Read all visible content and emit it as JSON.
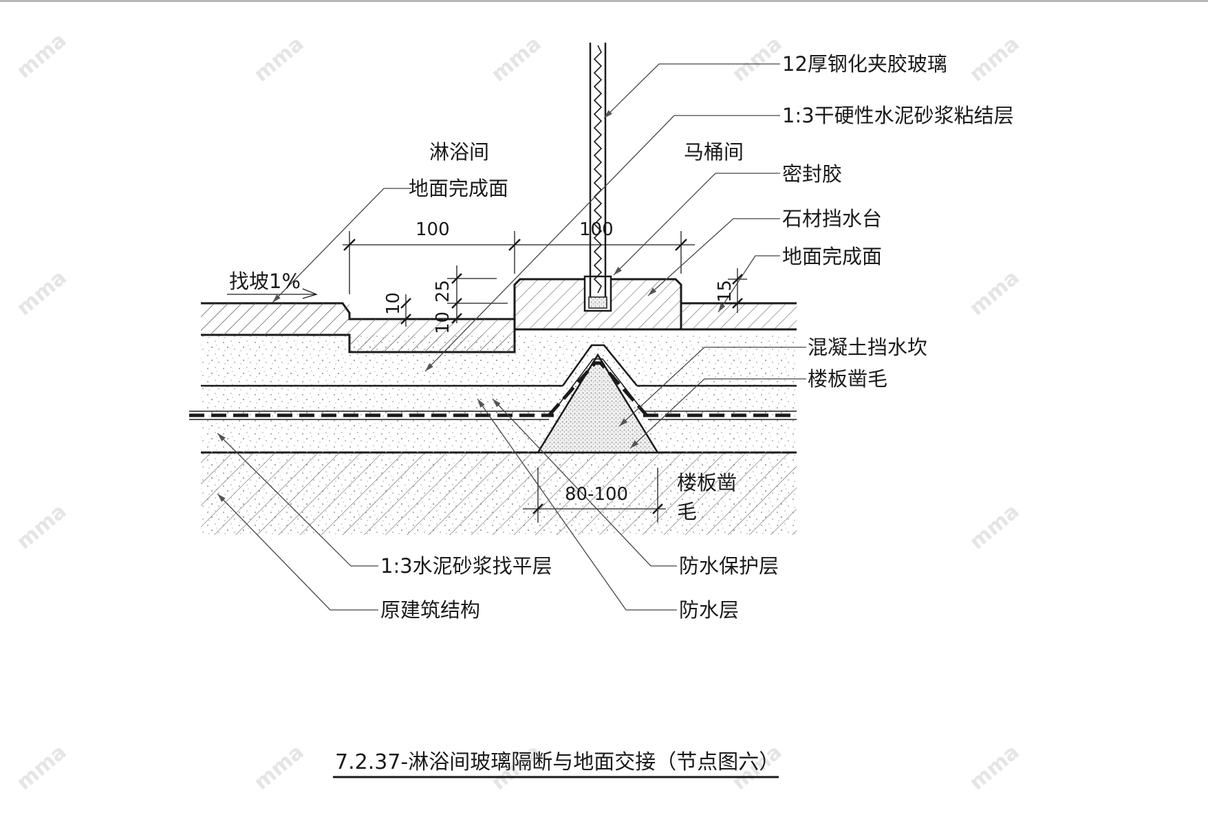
{
  "rooms": {
    "shower": "淋浴间",
    "toilet": "马桶间"
  },
  "labels": {
    "glass": "12厚钢化夹胶玻璃",
    "mortar_bond": "1:3干硬性水泥砂浆粘结层",
    "sealant": "密封胶",
    "stone_sill": "石材挡水台",
    "floor_finish_right": "地面完成面",
    "floor_finish_left": "地面完成面",
    "slope": "找坡1%",
    "concrete_curb": "混凝土挡水坎",
    "slab_roughen_1": "楼板凿毛",
    "slab_roughen_2": "楼板凿",
    "slab_roughen_2b": "毛",
    "leveling": "1:3水泥砂浆找平层",
    "structure": "原建筑结构",
    "wp_protect": "防水保护层",
    "wp_layer": "防水层"
  },
  "dimensions": {
    "w_left": "100",
    "w_right": "100",
    "d_10a": "10",
    "d_25": "25",
    "d_10b": "10",
    "d_15": "15",
    "d_80_100": "80-100"
  },
  "caption": "7.2.37-淋浴间玻璃隔断与地面交接（节点图六）",
  "colors": {
    "line": "#1a1a1a",
    "hatch": "#555555",
    "speckle": "#9a9a9a",
    "watermark": "#e2e2e2"
  }
}
